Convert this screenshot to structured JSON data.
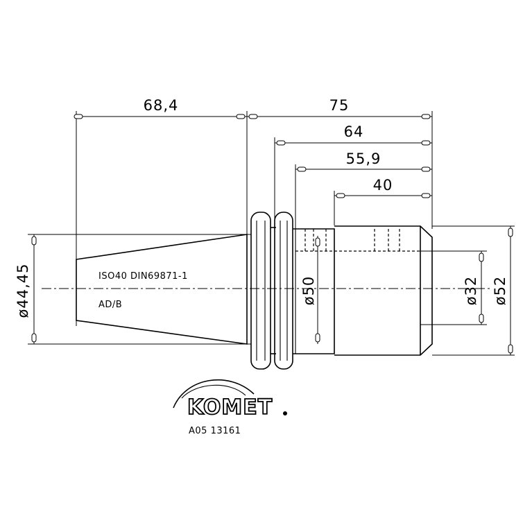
{
  "dimensions": {
    "len_684": "68,4",
    "len_75": "75",
    "len_64": "64",
    "len_559": "55,9",
    "len_40": "40",
    "dia_4445": "ø44,45",
    "dia_50": "ø50",
    "dia_32": "ø32",
    "dia_52": "ø52"
  },
  "notes": {
    "standard": "ISO40 DIN69871-1",
    "form": "AD/B"
  },
  "logo": {
    "brand": "KOMET",
    "part_number": "A05 13161"
  }
}
